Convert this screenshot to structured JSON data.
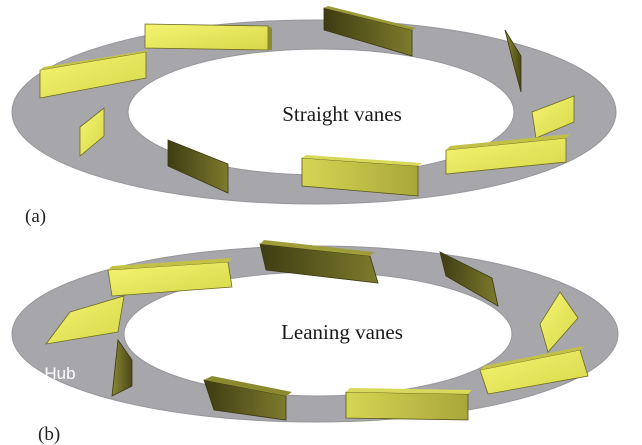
{
  "panels": [
    {
      "id": "a",
      "label": "(a)",
      "center_text": "Straight vanes"
    },
    {
      "id": "b",
      "label": "(b)",
      "center_text": "Leaning vanes",
      "hub_text": "Hub"
    }
  ],
  "colors": {
    "ring": "#a7a7ab",
    "ring_edge": "#8f8f94",
    "inner": "#ffffff",
    "vane_bright": "#e8e85a",
    "vane_mid": "#c9c845",
    "vane_dark": "#5c5a1c",
    "vane_edge": "#3f3d14"
  }
}
